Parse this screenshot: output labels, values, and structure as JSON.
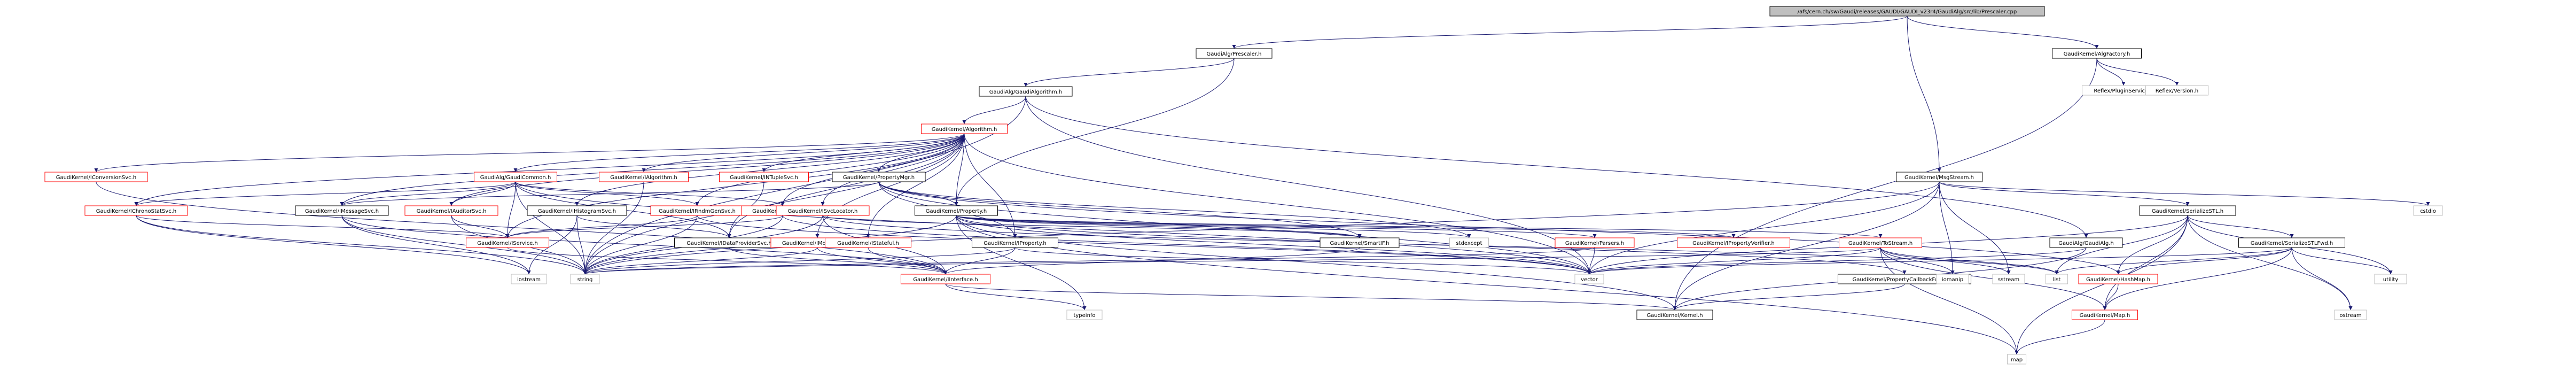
{
  "colors": {
    "edge": "#191970",
    "node_border": "#000000",
    "node_border_incomplete": "#ff0000",
    "root_fill": "#bfbfbf",
    "node_fill": "#ffffff",
    "text": "#000000"
  },
  "graph": {
    "root": "n0",
    "nodes": [
      {
        "id": "n0",
        "label": "/afs/cern.ch/sw/Gaudi/releases/GAUDI/GAUDI_v23r4/GaudiAlg/src/lib/Prescaler.cpp",
        "style": "root"
      },
      {
        "id": "n1",
        "label": "GaudiAlg/Prescaler.h",
        "style": "normal"
      },
      {
        "id": "n2",
        "label": "GaudiKernel/AlgFactory.h",
        "style": "normal"
      },
      {
        "id": "n3",
        "label": "GaudiAlg/GaudiAlgorithm.h",
        "style": "normal"
      },
      {
        "id": "n4",
        "label": "GaudiKernel/MsgStream.h",
        "style": "normal"
      },
      {
        "id": "n5",
        "label": "Reflex/PluginService.h",
        "style": "plain"
      },
      {
        "id": "n6",
        "label": "Reflex/Version.h",
        "style": "plain"
      },
      {
        "id": "n7",
        "label": "GaudiKernel/Algorithm.h",
        "style": "incomplete"
      },
      {
        "id": "n8",
        "label": "GaudiKernel/IConversionSvc.h",
        "style": "incomplete"
      },
      {
        "id": "n9",
        "label": "GaudiAlg/GaudiCommon.h",
        "style": "incomplete"
      },
      {
        "id": "n10",
        "label": "GaudiKernel/IAlgorithm.h",
        "style": "incomplete"
      },
      {
        "id": "n11",
        "label": "GaudiKernel/INTupleSvc.h",
        "style": "incomplete"
      },
      {
        "id": "n12",
        "label": "GaudiKernel/PropertyMgr.h",
        "style": "normal"
      },
      {
        "id": "n13",
        "label": "GaudiKernel/IChronoStatSvc.h",
        "style": "incomplete"
      },
      {
        "id": "n14",
        "label": "GaudiKernel/IMessageSvc.h",
        "style": "normal"
      },
      {
        "id": "n15",
        "label": "GaudiKernel/IAuditorSvc.h",
        "style": "incomplete"
      },
      {
        "id": "n16",
        "label": "GaudiKernel/IHistogramSvc.h",
        "style": "normal"
      },
      {
        "id": "n17",
        "label": "GaudiKernel/IRndmGenSvc.h",
        "style": "incomplete"
      },
      {
        "id": "n18",
        "label": "GaudiKernel/IToolSvc.h",
        "style": "incomplete"
      },
      {
        "id": "n19",
        "label": "GaudiKernel/ISvcLocator.h",
        "style": "incomplete"
      },
      {
        "id": "n20",
        "label": "GaudiKernel/Property.h",
        "style": "normal"
      },
      {
        "id": "n21",
        "label": "GaudiKernel/SerializeSTL.h",
        "style": "normal"
      },
      {
        "id": "n22",
        "label": "cstdio",
        "style": "plain"
      },
      {
        "id": "n23",
        "label": "GaudiKernel/IService.h",
        "style": "incomplete"
      },
      {
        "id": "n24",
        "label": "GaudiKernel/IDataProviderSvc.h",
        "style": "normal"
      },
      {
        "id": "n25",
        "label": "GaudiKernel/IMonitorSvc.h",
        "style": "incomplete"
      },
      {
        "id": "n26",
        "label": "GaudiKernel/IStateful.h",
        "style": "incomplete"
      },
      {
        "id": "n27",
        "label": "GaudiKernel/IProperty.h",
        "style": "normal"
      },
      {
        "id": "n28",
        "label": "GaudiKernel/SmartIF.h",
        "style": "normal"
      },
      {
        "id": "n29",
        "label": "stdexcept",
        "style": "plain"
      },
      {
        "id": "n30",
        "label": "GaudiKernel/Parsers.h",
        "style": "incomplete"
      },
      {
        "id": "n31",
        "label": "GaudiKernel/IPropertyVerifier.h",
        "style": "incomplete"
      },
      {
        "id": "n32",
        "label": "GaudiKernel/ToStream.h",
        "style": "incomplete"
      },
      {
        "id": "n33",
        "label": "GaudiAlg/GaudiAlg.h",
        "style": "normal"
      },
      {
        "id": "n34",
        "label": "GaudiKernel/SerializeSTLFwd.h",
        "style": "normal"
      },
      {
        "id": "n35",
        "label": "iostream",
        "style": "plain"
      },
      {
        "id": "n36",
        "label": "string",
        "style": "plain"
      },
      {
        "id": "n37",
        "label": "GaudiKernel/IInterface.h",
        "style": "incomplete"
      },
      {
        "id": "n38",
        "label": "vector",
        "style": "plain"
      },
      {
        "id": "n39",
        "label": "GaudiKernel/PropertyCallbackFunctor.h",
        "style": "normal"
      },
      {
        "id": "n40",
        "label": "iomanip",
        "style": "plain"
      },
      {
        "id": "n41",
        "label": "sstream",
        "style": "plain"
      },
      {
        "id": "n42",
        "label": "list",
        "style": "plain"
      },
      {
        "id": "n43",
        "label": "GaudiKernel/HashMap.h",
        "style": "incomplete"
      },
      {
        "id": "n44",
        "label": "utility",
        "style": "plain"
      },
      {
        "id": "n45",
        "label": "typeinfo",
        "style": "plain"
      },
      {
        "id": "n46",
        "label": "GaudiKernel/Kernel.h",
        "style": "normal"
      },
      {
        "id": "n47",
        "label": "GaudiKernel/Map.h",
        "style": "incomplete"
      },
      {
        "id": "n48",
        "label": "ostream",
        "style": "plain"
      },
      {
        "id": "n49",
        "label": "map",
        "style": "plain"
      }
    ],
    "edges": [
      [
        "n0",
        "n1"
      ],
      [
        "n0",
        "n2"
      ],
      [
        "n0",
        "n4"
      ],
      [
        "n1",
        "n3"
      ],
      [
        "n1",
        "n20"
      ],
      [
        "n2",
        "n5"
      ],
      [
        "n2",
        "n6"
      ],
      [
        "n2",
        "n46"
      ],
      [
        "n3",
        "n7"
      ],
      [
        "n3",
        "n33"
      ],
      [
        "n3",
        "n36"
      ],
      [
        "n3",
        "n38"
      ],
      [
        "n7",
        "n8"
      ],
      [
        "n7",
        "n9"
      ],
      [
        "n7",
        "n10"
      ],
      [
        "n7",
        "n11"
      ],
      [
        "n7",
        "n12"
      ],
      [
        "n7",
        "n13"
      ],
      [
        "n7",
        "n14"
      ],
      [
        "n7",
        "n15"
      ],
      [
        "n7",
        "n16"
      ],
      [
        "n7",
        "n17"
      ],
      [
        "n7",
        "n18"
      ],
      [
        "n7",
        "n19"
      ],
      [
        "n7",
        "n20"
      ],
      [
        "n7",
        "n23"
      ],
      [
        "n7",
        "n24"
      ],
      [
        "n7",
        "n25"
      ],
      [
        "n7",
        "n26"
      ],
      [
        "n7",
        "n27"
      ],
      [
        "n7",
        "n36"
      ],
      [
        "n7",
        "n38"
      ],
      [
        "n8",
        "n37"
      ],
      [
        "n9",
        "n13"
      ],
      [
        "n9",
        "n14"
      ],
      [
        "n9",
        "n15"
      ],
      [
        "n9",
        "n17"
      ],
      [
        "n9",
        "n18"
      ],
      [
        "n9",
        "n23"
      ],
      [
        "n9",
        "n24"
      ],
      [
        "n9",
        "n36"
      ],
      [
        "n9",
        "n38"
      ],
      [
        "n10",
        "n36"
      ],
      [
        "n11",
        "n24"
      ],
      [
        "n12",
        "n14"
      ],
      [
        "n12",
        "n20"
      ],
      [
        "n12",
        "n27"
      ],
      [
        "n12",
        "n28"
      ],
      [
        "n12",
        "n29"
      ],
      [
        "n12",
        "n38"
      ],
      [
        "n12",
        "n43"
      ],
      [
        "n13",
        "n23"
      ],
      [
        "n13",
        "n35"
      ],
      [
        "n13",
        "n36"
      ],
      [
        "n14",
        "n35"
      ],
      [
        "n14",
        "n36"
      ],
      [
        "n14",
        "n37"
      ],
      [
        "n15",
        "n23"
      ],
      [
        "n15",
        "n36"
      ],
      [
        "n16",
        "n24"
      ],
      [
        "n16",
        "n35"
      ],
      [
        "n16",
        "n36"
      ],
      [
        "n17",
        "n23"
      ],
      [
        "n17",
        "n36"
      ],
      [
        "n17",
        "n38"
      ],
      [
        "n18",
        "n23"
      ],
      [
        "n18",
        "n36"
      ],
      [
        "n18",
        "n38"
      ],
      [
        "n19",
        "n28"
      ],
      [
        "n19",
        "n36"
      ],
      [
        "n19",
        "n37"
      ],
      [
        "n19",
        "n42"
      ],
      [
        "n20",
        "n28"
      ],
      [
        "n20",
        "n29"
      ],
      [
        "n20",
        "n30"
      ],
      [
        "n20",
        "n31"
      ],
      [
        "n20",
        "n32"
      ],
      [
        "n20",
        "n36"
      ],
      [
        "n20",
        "n38"
      ],
      [
        "n20",
        "n39"
      ],
      [
        "n20",
        "n45"
      ],
      [
        "n20",
        "n46"
      ],
      [
        "n20",
        "n49"
      ],
      [
        "n21",
        "n34"
      ],
      [
        "n21",
        "n38"
      ],
      [
        "n21",
        "n42"
      ],
      [
        "n21",
        "n43"
      ],
      [
        "n21",
        "n44"
      ],
      [
        "n21",
        "n47"
      ],
      [
        "n21",
        "n48"
      ],
      [
        "n21",
        "n49"
      ],
      [
        "n4",
        "n21"
      ],
      [
        "n4",
        "n22"
      ],
      [
        "n4",
        "n36"
      ],
      [
        "n4",
        "n38"
      ],
      [
        "n4",
        "n40"
      ],
      [
        "n4",
        "n41"
      ],
      [
        "n4",
        "n46"
      ],
      [
        "n23",
        "n37"
      ],
      [
        "n24",
        "n37"
      ],
      [
        "n25",
        "n36"
      ],
      [
        "n25",
        "n37"
      ],
      [
        "n26",
        "n37"
      ],
      [
        "n27",
        "n36"
      ],
      [
        "n27",
        "n37"
      ],
      [
        "n27",
        "n38"
      ],
      [
        "n28",
        "n37"
      ],
      [
        "n30",
        "n36"
      ],
      [
        "n30",
        "n38"
      ],
      [
        "n32",
        "n40"
      ],
      [
        "n32",
        "n41"
      ],
      [
        "n32",
        "n42"
      ],
      [
        "n32",
        "n38"
      ],
      [
        "n32",
        "n47"
      ],
      [
        "n32",
        "n49"
      ],
      [
        "n32",
        "n36"
      ],
      [
        "n33",
        "n46"
      ],
      [
        "n33",
        "n38"
      ],
      [
        "n34",
        "n38"
      ],
      [
        "n34",
        "n44"
      ],
      [
        "n34",
        "n47"
      ],
      [
        "n34",
        "n42"
      ],
      [
        "n34",
        "n48"
      ],
      [
        "n34",
        "n43"
      ],
      [
        "n37",
        "n45"
      ],
      [
        "n37",
        "n46"
      ],
      [
        "n39",
        "n46"
      ],
      [
        "n43",
        "n47"
      ],
      [
        "n47",
        "n49"
      ]
    ]
  }
}
